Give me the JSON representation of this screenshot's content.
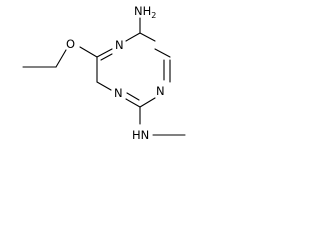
{
  "molecule": {
    "atoms": {
      "n_top": "N",
      "n_right": "N",
      "n_bottom": "N",
      "amine_top": "NH",
      "amine_top_subscript": "2",
      "oxygen": "O",
      "amine_bottom": "HN"
    },
    "line_color": "#000000"
  }
}
